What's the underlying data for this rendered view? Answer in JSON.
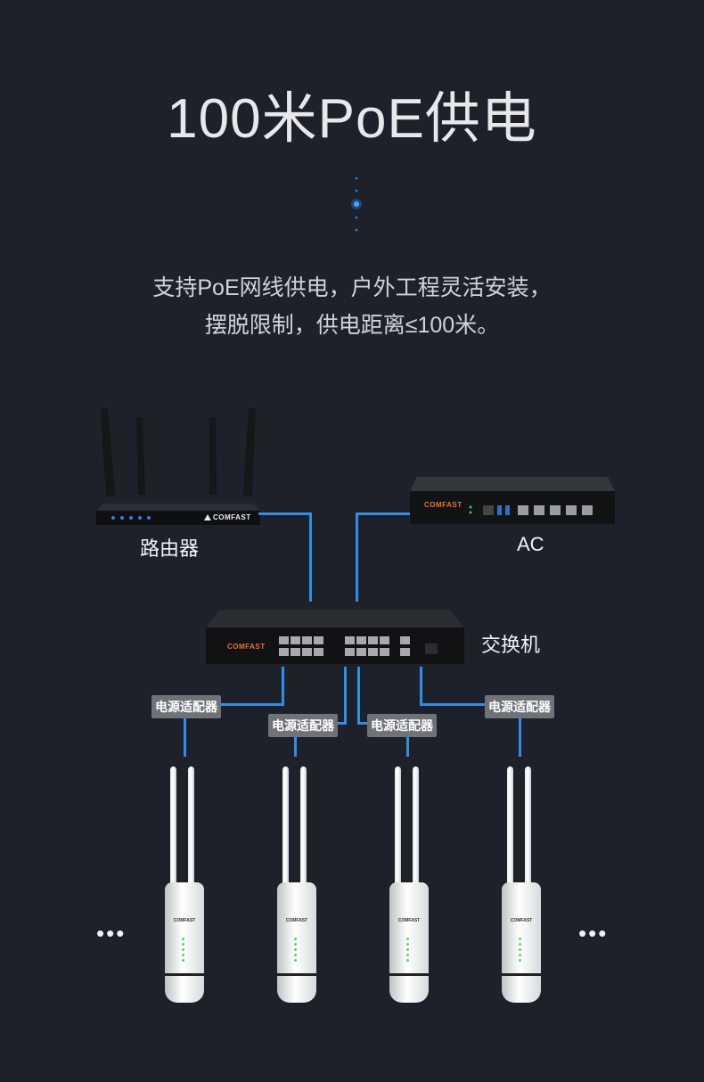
{
  "title": "100米PoE供电",
  "description": {
    "line1": "支持PoE网线供电，户外工程灵活安装，",
    "line2": "摆脱限制，供电距离≤100米。"
  },
  "devices": {
    "router_label": "路由器",
    "ac_label": "AC",
    "switch_label": "交换机",
    "brand": "COMFAST"
  },
  "adapters": [
    "电源适配器",
    "电源适配器",
    "电源适配器",
    "电源适配器"
  ],
  "ellipsis": "•••",
  "colors": {
    "background": "#1d2129",
    "line": "#2f8ee8",
    "adapter_bg": "#6f7378"
  }
}
